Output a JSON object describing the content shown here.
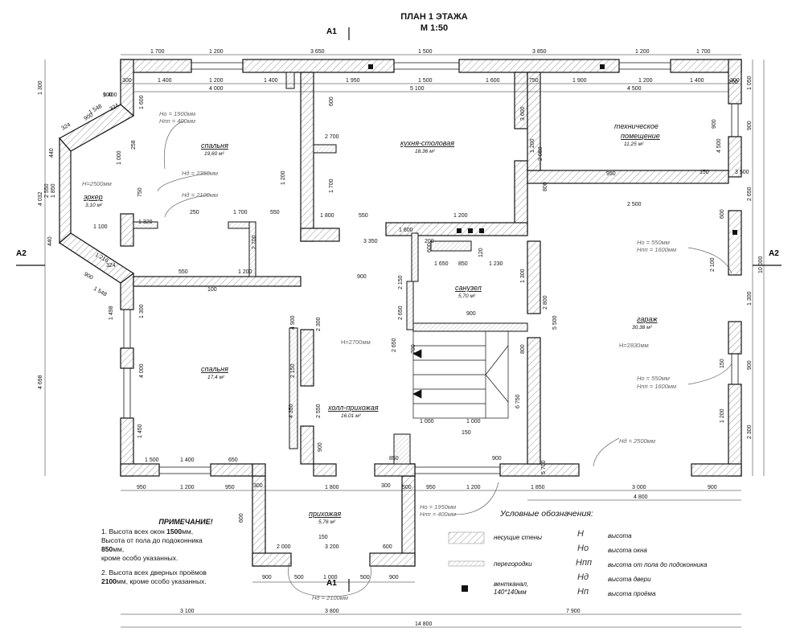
{
  "header": {
    "title": "ПЛАН 1 ЭТАЖА",
    "scale": "М 1:50"
  },
  "section_marks": {
    "a1": "А1",
    "a2": "А2"
  },
  "rooms": {
    "bedroom1": {
      "name": "спальня",
      "area": "19,60 м²"
    },
    "bay": {
      "name": "эркер",
      "area": "3,10 м²",
      "height": "Н=2500мм"
    },
    "kitchen": {
      "name": "кухня-столовая",
      "area": "18,36 м²"
    },
    "tech": {
      "name1": "техническое",
      "name2": "помещение",
      "area": "11,25 м²"
    },
    "bathroom": {
      "name": "санузел",
      "area": "5,70 м²"
    },
    "garage": {
      "name": "гараж",
      "area": "30,38 м²",
      "height": "Н=2830мм"
    },
    "bedroom2": {
      "name": "спальня",
      "area": "17,4 м²"
    },
    "hall": {
      "name": "холл-прихожая",
      "area": "16,01 м²",
      "height": "Н=2700мм"
    },
    "entry": {
      "name": "прихожая",
      "area": "5,76 м²"
    }
  },
  "callouts": {
    "bed1_ho": "Но = 1900мм",
    "bed1_hpp": "Нпп = 400мм",
    "bed1_hd1": "Нд = 2350мм",
    "bed1_hd2": "Нд = 2100мм",
    "garage_ho1": "Но = 550мм",
    "garage_hpp1": "Нпп = 1600мм",
    "garage_ho2": "Но = 550мм",
    "garage_hpp2": "Нпп = 1600мм",
    "garage_hd": "Нд = 2500мм",
    "entry_ho": "Но = 1950мм",
    "entry_hpp": "Нпп = 400мм",
    "entry_hd": "Нд = 2100мм"
  },
  "dims": {
    "top_outer": [
      "1 700",
      "1 200",
      "3 650",
      "1 500",
      "3 850",
      "1 200",
      "1 700"
    ],
    "top_inner": [
      "300",
      "1 400",
      "1 200",
      "1 400",
      "1 950",
      "1 500",
      "1 600",
      "750",
      "1 900",
      "1 200",
      "1 400",
      "300"
    ],
    "top_rooms": [
      "4 000",
      "5 100",
      "4 500"
    ],
    "bottom_inner": [
      "950",
      "1 200",
      "950",
      "300",
      "1 800",
      "300",
      "500",
      "950",
      "1 200",
      "1 850",
      "3 000",
      "900"
    ],
    "bottom_garage": "4 800",
    "bottom_entry": [
      "900",
      "500",
      "1 000",
      "500",
      "900"
    ],
    "bottom_total_parts": [
      "3 100",
      "3 800",
      "7 900"
    ],
    "bottom_total": "14 800",
    "left_outer": [
      "1 300",
      "4 032",
      "4 698"
    ],
    "right_outer": [
      "1 050",
      "900",
      "2 650",
      "1 300",
      "900",
      "2 300"
    ],
    "right_total": "10 000",
    "misc": [
      "1 400",
      "1 548",
      "324",
      "900",
      "324",
      "440",
      "2 550",
      "1 850",
      "440",
      "1 100",
      "1 216",
      "324",
      "900",
      "1 548",
      "1 498",
      "1 600",
      "258",
      "1 000",
      "750",
      "1 320",
      "250",
      "1 700",
      "550",
      "550",
      "1 200",
      "2 700",
      "100",
      "1 300",
      "4 000",
      "1 450",
      "1 500",
      "1 400",
      "650",
      "1 200",
      "2 150",
      "4 900",
      "4 350",
      "2 550",
      "900",
      "900",
      "2 300",
      "2 700",
      "600",
      "1 700",
      "1 800",
      "550",
      "1 200",
      "3 350",
      "1 200",
      "3 600",
      "2 050",
      "800",
      "950",
      "150",
      "3 500",
      "900",
      "100",
      "2 500",
      "600",
      "4 500",
      "1 650",
      "850",
      "1 230",
      "120",
      "1 300",
      "900",
      "2 150",
      "2 650",
      "800",
      "700",
      "1 000",
      "1 000",
      "150",
      "2 650",
      "2 800",
      "5 500",
      "5 700",
      "6 750",
      "150",
      "850",
      "900",
      "1 600",
      "600",
      "200",
      "150",
      "3 200",
      "2 000",
      "600",
      "600",
      "2 100",
      "1 200",
      "900"
    ]
  },
  "notes": {
    "heading": "ПРИМЕЧАНИЕ!",
    "line1_a": "1. Высота всех окон ",
    "line1_b": "1500",
    "line1_c": "мм,",
    "line2": "Высота от пола до подоконника",
    "line3_a": "850",
    "line3_b": "мм,",
    "line4": "кроме особо указанных.",
    "line5": "2. Высота всех дверных проёмов",
    "line6_a": "2100",
    "line6_b": "мм, кроме особо указанных."
  },
  "legend": {
    "title": "Условные обозначения:",
    "bearing": "несущие стены",
    "partition": "перегородки",
    "vent1": "вентканал,",
    "vent2": "140*140мм",
    "symbols": [
      {
        "sym": "Н",
        "text": "высота"
      },
      {
        "sym": "Но",
        "text": "высота окна"
      },
      {
        "sym": "Нпп",
        "text": "высота от пола до подоконника"
      },
      {
        "sym": "Нд",
        "text": "высота двери"
      },
      {
        "sym": "Нп",
        "text": "высота проёма"
      }
    ]
  },
  "colors": {
    "wall": "#111111",
    "hatch": "#888888",
    "gray_text": "#666666"
  }
}
